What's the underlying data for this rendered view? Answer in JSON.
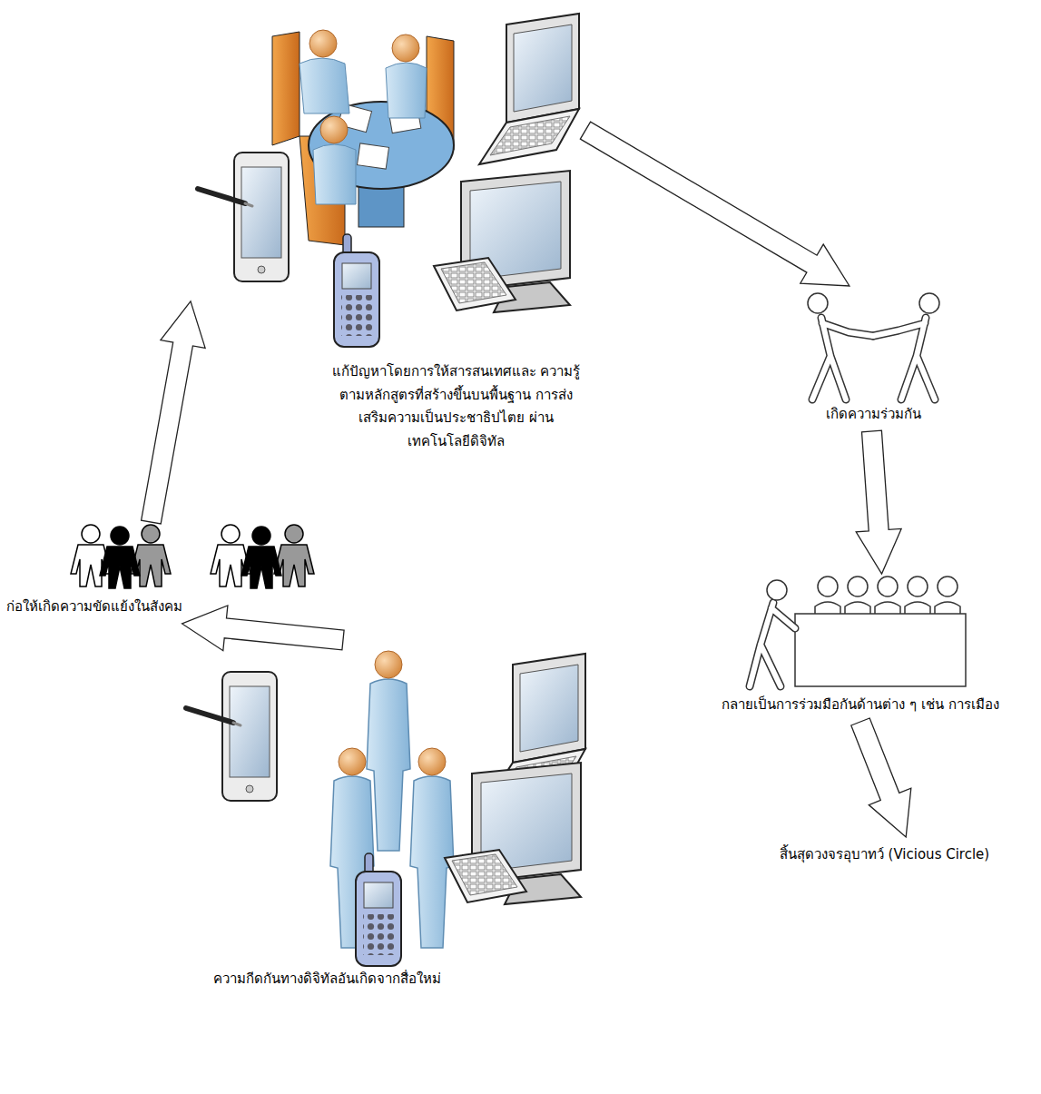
{
  "diagram": {
    "nodes": [
      {
        "text": [
          "แก้ปัญหาโดยการให้สารสนเทศและ ความรู้ตามหลักสูตรที่สร้างขึ้นบนพื้นฐาน การส่งเสริมความเป็นประชาธิปไตย ผ่านเทคโนโลยีดิจิทัล"
        ]
      },
      {
        "text": [
          "เกิดความร่วมกัน"
        ]
      },
      {
        "text": [
          "กลายเป็นการร่วมมือกันด้านต่าง ๆ เช่น การเมือง"
        ]
      },
      {
        "text": [
          "สิ้นสุดวงจรอุบาทว์ (Vicious Circle)"
        ]
      },
      {
        "text": [
          "ก่อให้เกิดความขัดแย้งในสังคม"
        ]
      },
      {
        "text": [
          "ความกีดกันทางดิจิทัลอันเกิดจากสื่อใหม่"
        ]
      }
    ],
    "edges": [
      {
        "from": 5,
        "to": 4,
        "arrow": "to"
      },
      {
        "from": 4,
        "to": 0,
        "arrow": "to"
      },
      {
        "from": 0,
        "to": 1,
        "arrow": "to"
      },
      {
        "from": 1,
        "to": 2,
        "arrow": "to"
      },
      {
        "from": 2,
        "to": 3,
        "arrow": "to"
      }
    ]
  }
}
